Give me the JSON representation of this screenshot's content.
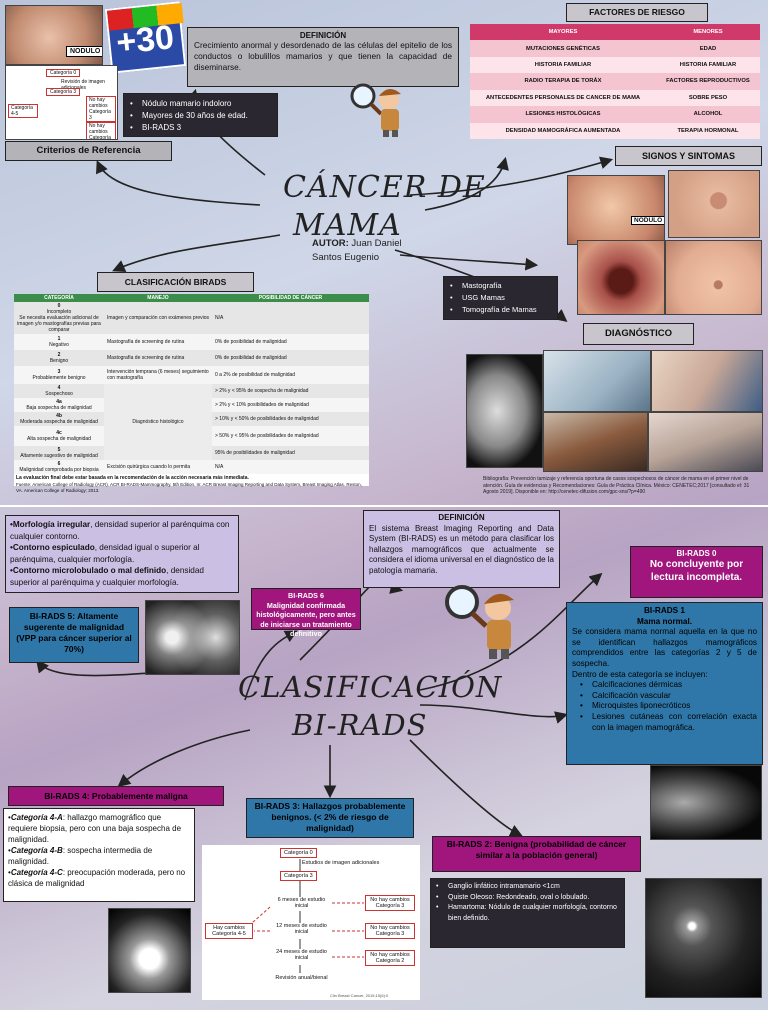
{
  "main_title": [
    "CÁNCER DE",
    "MAMA"
  ],
  "author_label": "AUTOR:",
  "author_name": [
    "Juan Daniel",
    "Santos Eugenio"
  ],
  "plus30": "+30",
  "nodulo_label": "NODULO",
  "definicion1": {
    "title": "DEFINICIÓN",
    "text": "Crecimiento anormal y desordenado de las células del epitelio de los conductos o lobulillos mamarios y que tienen la capacidad de diseminarse."
  },
  "criterios": {
    "title": "Criterios de Referencia",
    "items": [
      "Nódulo mamario indoloro",
      "Mayores de 30 años de edad.",
      "BI-RADS 3"
    ]
  },
  "factores": {
    "title": "FACTORES DE RIESGO",
    "headers": [
      "MAYORES",
      "MENORES"
    ],
    "rows": [
      [
        "MUTACIONES GENÉTICAS",
        "EDAD"
      ],
      [
        "HISTORIA FAMILIAR",
        "HISTORIA FAMILIAR"
      ],
      [
        "RADIO TERAPIA DE TORÁX",
        "FACTORES REPRODUCTIVOS"
      ],
      [
        "ANTECEDENTES PERSONALES DE CANCER DE MAMA",
        "SOBRE PESO"
      ],
      [
        "LESIONES HISTOLÓGICAS",
        "ALCOHOL"
      ],
      [
        "DENSIDAD MAMOGRÁFICA AUMENTADA",
        "TERAPIA HORMONAL"
      ]
    ]
  },
  "signos": {
    "title": "SIGNOS Y SINTOMAS"
  },
  "diagnostico": {
    "title": "DIAGNÓSTICO",
    "items": [
      "Mastografía",
      "USG Mamas",
      "Tomografía de Mamas"
    ]
  },
  "bibliografia": "Bibliografía: Prevención tamizaje y referencia oportuna de casos sospechosos de cáncer de mama en el primer nivel de atención. Guía de evidencias y Recomendaciones: Guía de Práctica Clínica. México: CENETEC;2017 [consultado el: 31 Agosto 2019]. Disponible en: http://cenetec-difusion.com/gpc-sns/?p=490",
  "clasif_birads": {
    "title": "CLASIFICACIÓN BIRADS",
    "headers": [
      "CATEGORÍA",
      "MANEJO",
      "POSIBILIDAD DE CÁNCER"
    ],
    "rows": [
      [
        "0",
        "Incompleto",
        "Se necesita evaluación adicional de imagen y/o mastografías previas para comparar",
        "Imagen y comparación con exámenes previos",
        "N/A"
      ],
      [
        "1",
        "Negativo",
        "",
        "Mastografía de screening de rutina",
        "0% de posibilidad de malignidad"
      ],
      [
        "2",
        "Benigno",
        "",
        "Mastografía de screening de rutina",
        "0% de posibilidad de malignidad"
      ],
      [
        "3",
        "Probablemente benigno",
        "",
        "Intervención temprana (6 meses) seguimiento con mastografía",
        "0 a 2% de posibilidad de malignidad"
      ],
      [
        "4",
        "Sospechoso",
        "",
        "",
        "> 2% y < 95% de sospecha de malignidad"
      ],
      [
        "4a",
        "Baja sospecha de malignidad",
        "",
        "",
        "> 2% y < 10% posibilidades de malignidad"
      ],
      [
        "4b",
        "Moderada sospecha de malignidad",
        "",
        "Diagnóstico histológico",
        "> 10% y < 50% de posibilidades de malignidad"
      ],
      [
        "4c",
        "Alta sospecha de malignidad",
        "",
        "",
        "> 50% y < 95% de posibilidades de malignidad"
      ],
      [
        "5",
        "Altamente sugestivo de malignidad",
        "",
        "",
        "95% de posibilidades de malignidad"
      ],
      [
        "6",
        "Malignidad comprobada por biopsia",
        "",
        "Excisión quirúrgica cuando lo permita",
        "N/A"
      ]
    ],
    "note": "La evaluación final debe estar basada en la recomendación de la acción necesaria más inmediata.",
    "source": "Fuente: American College of Radiology (ACR). ACR BI-RADS-Mammography. 5th Edition. In: ACR Breast Imaging Reporting and Data System, Breast Imaging Atlas. Reston, VA. American College of Radiology; 2013."
  },
  "title2": [
    "CLASIFICACIÓN",
    "BI-RADS"
  ],
  "morfologia": [
    {
      "b": "•Morfología irregular",
      "t": ", densidad superior al parénquima con cualquier contorno."
    },
    {
      "b": "•Contorno espiculado",
      "t": ", densidad igual o superior al parénquima, cualquier morfología."
    },
    {
      "b": "•Contorno microlobulado o mal definido",
      "t": ", densidad superior al parénquima y cualquier morfología."
    }
  ],
  "birads5": "BI-RADS 5: Altamente sugerente de malignidad (VPP para cáncer superior al 70%)",
  "birads6": {
    "title": "BI-RADS 6",
    "text": "Malignidad confirmada histológicamente, pero antes de iniciarse un tratamiento definitivo"
  },
  "definicion2": {
    "title": "DEFINICIÓN",
    "text": "El sistema Breast Imaging Reporting and Data System (BI-RADS) es un método para clasificar los hallazgos mamográficos que actualmente se considera el idioma universal en el diagnóstico de la patología mamaria."
  },
  "birads0": {
    "title": "BI-RADS 0",
    "text": "No concluyente por lectura incompleta."
  },
  "birads1": {
    "title": "BI-RADS 1",
    "subtitle": "Mama normal.",
    "text": "Se considera mama normal aquella en la que no se identifican hallazgos mamográficos comprendidos entre las categorías 2 y 5 de sospecha.",
    "text2": "Dentro de esta categoría se incluyen:",
    "items": [
      "Calcificaciones dérmicas",
      "Calcificación vascular",
      "Microquistes liponecróticos",
      "Lesiones cutáneas con correlación exacta con la imagen mamográfica."
    ]
  },
  "birads4": {
    "title": "BI-RADS 4: Probablemente maligna",
    "items": [
      {
        "b": "Categoría 4-A",
        "t": ": hallazgo mamográfico que requiere biopsia, pero con una baja sospecha de malignidad."
      },
      {
        "b": "Categoría 4-B",
        "t": ": sospecha intermedia de malignidad."
      },
      {
        "b": "Categoría 4-C",
        "t": ": preocupación moderada, pero no clásica de malignidad"
      }
    ]
  },
  "birads3": "BI-RADS 3: Hallazgos probablemente benignos. (< 2% de riesgo de malignidad)",
  "birads2": {
    "title": "BI-RADS 2: Benigna (probabilidad de cáncer similar a la población general)",
    "items": [
      "Ganglio linfático intramamario <1cm",
      "Quiste Oleoso: Redondeado, oval o lobulado.",
      "Hamartoma: Nódulo de cualquier morfología, contorno bien definido."
    ]
  },
  "flow": {
    "cat0": "Categoría 0",
    "estudio": "Estudios de imagen adicionales",
    "cat3": "Categoría 3",
    "m6": "6 meses de estudio inicial",
    "m12": "12 meses de estudio inicial",
    "m24": "24 meses de estudio inicial",
    "rev": "Revisión anual/bienal",
    "nc3a": "No hay cambios Categoría 3",
    "nc3b": "No hay cambios Categoría 3",
    "nc2": "No hay cambios Categoría 2",
    "hc": "Hay cambios Categoría 4-5",
    "src": "Clin Breast Cancer, 2015;15(6):0"
  },
  "flow_small": {
    "s1": "Categoría 0",
    "s2": "Revisión de imagen adicionales",
    "s3": "Categoría 3",
    "s4": "Categoría 4-5",
    "s5": "No hay cambios Categoría 3",
    "s6": "No hay cambios Categoría 2"
  }
}
